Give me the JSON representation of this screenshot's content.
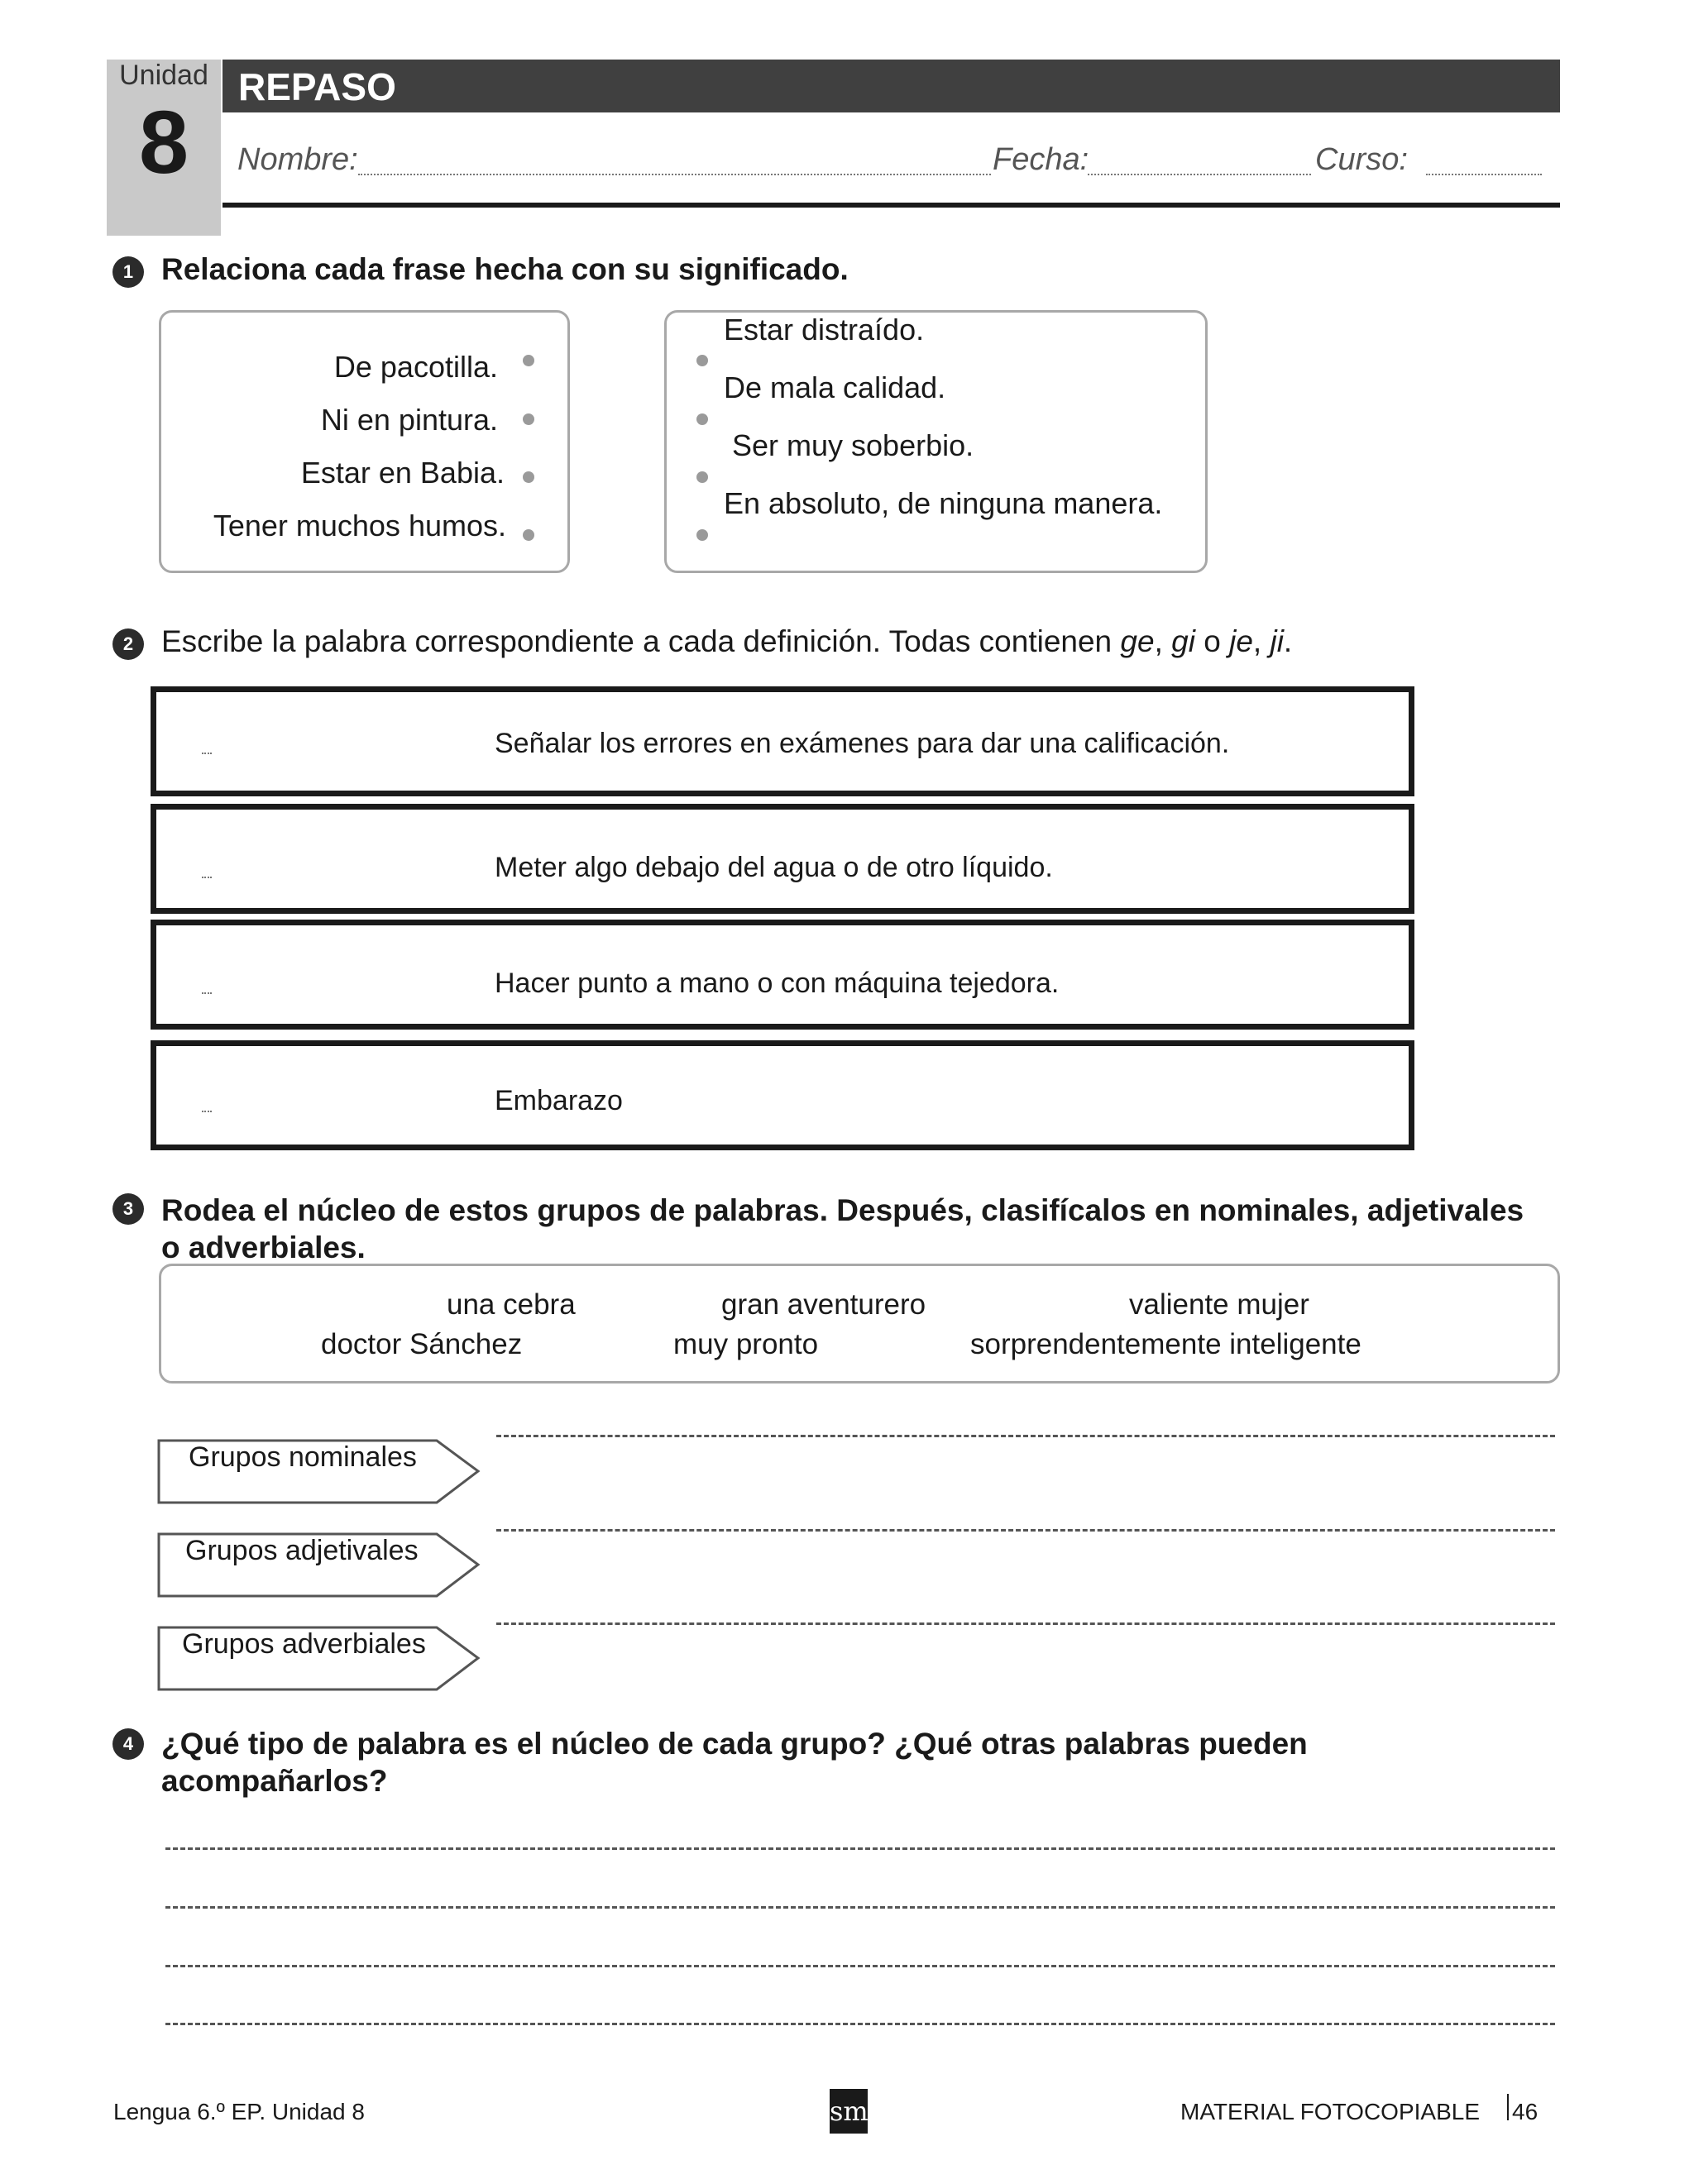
{
  "header": {
    "unit_label": "Unidad",
    "unit_number": "8",
    "title": "REPASO",
    "name_label": "Nombre:",
    "date_label": "Fecha:",
    "course_label": "Curso:"
  },
  "ex1": {
    "number": "1",
    "title": "Relaciona cada frase hecha con su significado.",
    "phrases": [
      "De pacotilla.",
      "Ni en pintura.",
      "Estar en Babia.",
      "Tener muchos humos."
    ],
    "meanings": [
      "Estar distraído.",
      "De mala calidad.",
      "Ser muy  soberbio.",
      "En absoluto, de ninguna manera."
    ]
  },
  "ex2": {
    "number": "2",
    "title_part1": "Escribe la palabra correspondiente a cada definición. Todas contienen ",
    "ge": "ge",
    "sep1": ", ",
    "gi": "gi",
    "o": " o ",
    "je": "je",
    "sep2": ", ",
    "ji": "ji",
    "end": ".",
    "definitions": [
      "Señalar los errores en exámenes para dar una calificación.",
      "Meter  algo debajo del agua o de otro líquido.",
      "Hacer punto a mano o con máquina tejedora.",
      "Embarazo"
    ]
  },
  "ex3": {
    "number": "3",
    "title_line1": "Rodea el núcleo de estos grupos de palabras. Después, clasifícalos en nominales, adjetivales",
    "title_line2": "o adverbiales.",
    "words_row1": [
      "una cebra",
      "gran aventurero",
      "valiente mujer"
    ],
    "words_row2": [
      "doctor Sánchez",
      "muy pronto",
      "sorprendentemente inteligente"
    ],
    "groups": [
      "Grupos nominales",
      "Grupos adjetivales",
      "Grupos adverbiales"
    ]
  },
  "ex4": {
    "number": "4",
    "title_line1": "¿Qué tipo de palabra es el núcleo de cada grupo? ¿Qué otras palabras pueden",
    "title_line2": "acompañarlos?"
  },
  "footer": {
    "left": "Lengua 6.º EP. Unidad 8",
    "logo": "sm",
    "right": "MATERIAL FOTOCOPIABLE",
    "page": "46"
  }
}
